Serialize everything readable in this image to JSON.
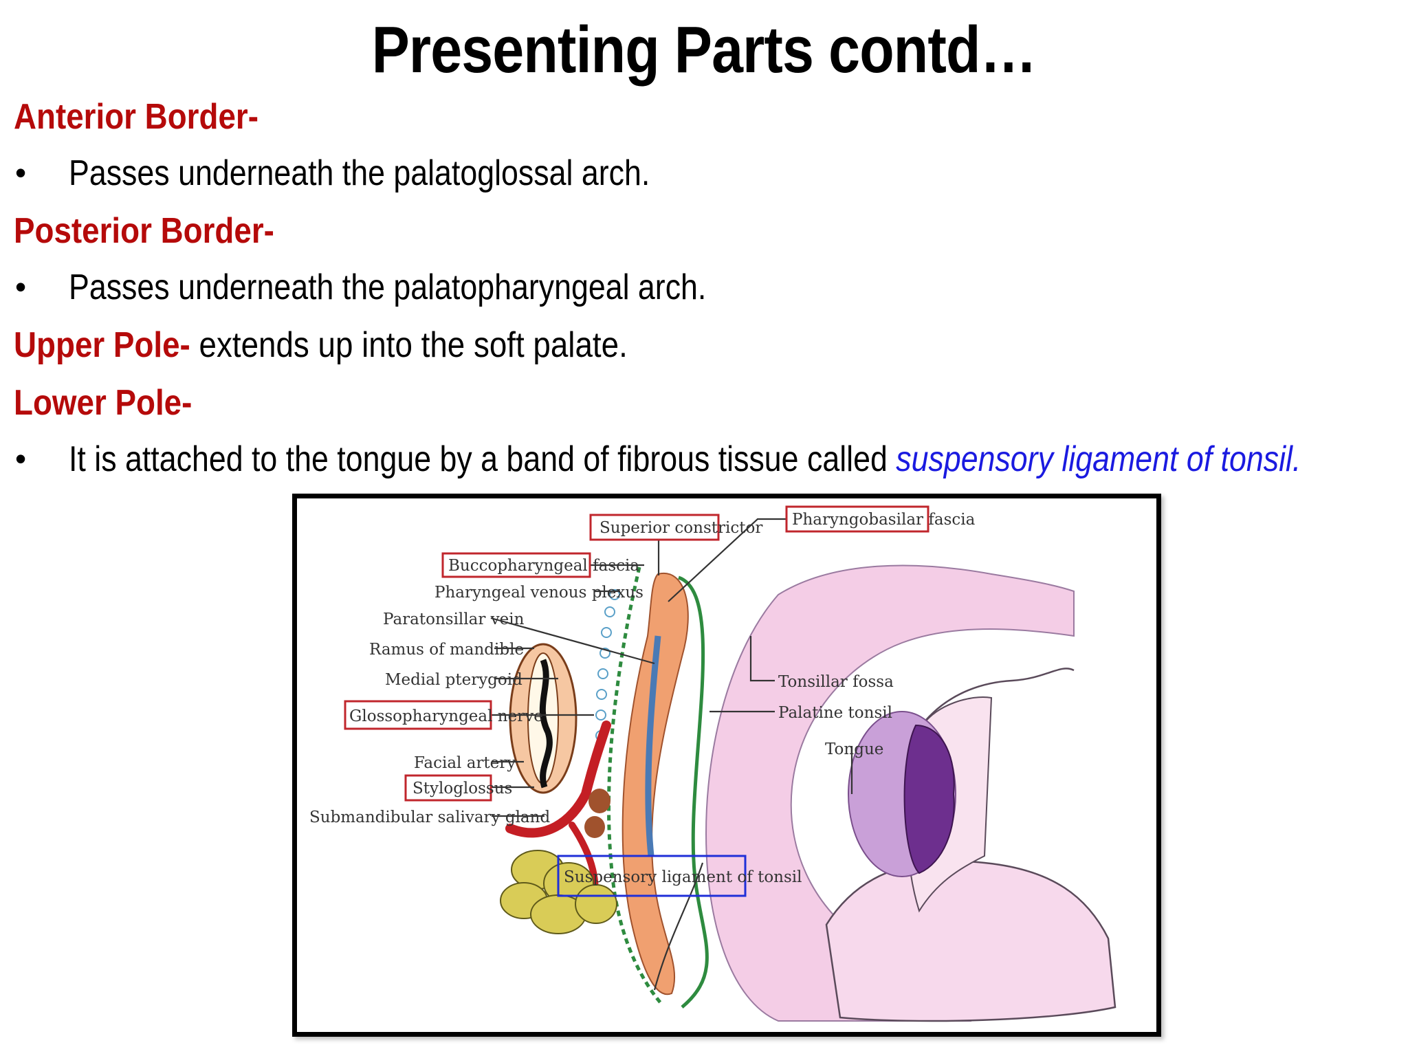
{
  "title": "Presenting Parts contd…",
  "sections": [
    {
      "heading": "Anterior Border-",
      "bullet": "Passes underneath the palatoglossal arch."
    },
    {
      "heading": "Posterior Border-",
      "bullet": "Passes underneath the palatopharyngeal arch."
    },
    {
      "heading": "Upper Pole-",
      "inline": " extends up into the soft palate."
    },
    {
      "heading": "Lower Pole-",
      "bullet": "It is attached to the tongue by a band of fibrous tissue called ",
      "emphasis": "suspensory ligament of tonsil."
    }
  ],
  "bullet_symbol": "•",
  "colors": {
    "heading": "#b50a0a",
    "emphasis": "#1a1ae0",
    "red_box": "#c0262c",
    "blue_box": "#1f2fd8"
  },
  "diagram": {
    "labels": {
      "superior_constrictor": "Superior constrictor",
      "pharyngobasilar_fascia": "Pharyngobasilar fascia",
      "buccopharyngeal_fascia": "Buccopharyngeal fascia",
      "pharyngeal_venous_plexus": "Pharyngeal venous plexus",
      "paratonsillar_vein": "Paratonsillar vein",
      "ramus_of_mandible": "Ramus of mandible",
      "medial_pterygoid": "Medial pterygoid",
      "glossopharyngeal_nerve": "Glossopharyngeal nerve",
      "facial_artery": "Facial artery",
      "styloglossus": "Styloglossus",
      "submandibular_salivary_gland": "Submandibular salivary gland",
      "tonsillar_fossa": "Tonsillar fossa",
      "palatine_tonsil": "Palatine tonsil",
      "tongue": "Tongue",
      "suspensory_ligament": "Suspensory ligament of tonsil"
    }
  }
}
